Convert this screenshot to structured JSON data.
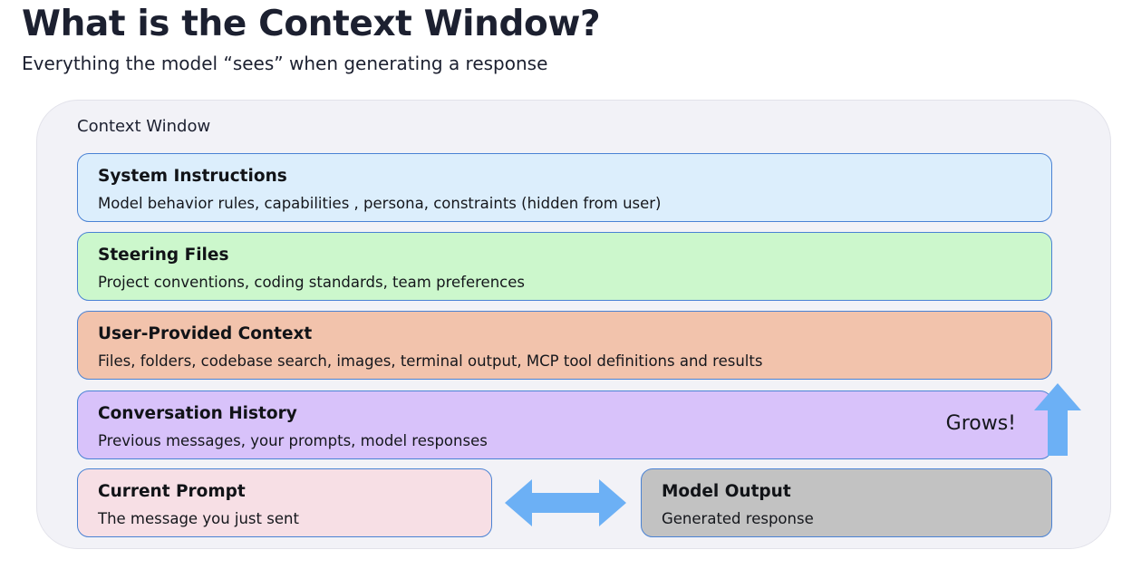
{
  "header": {
    "title": "What is the Context Window?",
    "subtitle": "Everything the model “sees” when generating a response"
  },
  "diagram": {
    "container_label": "Context Window",
    "layers": [
      {
        "id": "system-instructions",
        "title": "System Instructions",
        "description": "Model behavior rules, capabilities , persona, constraints (hidden from user)",
        "fill": "#dceefc"
      },
      {
        "id": "steering-files",
        "title": "Steering Files",
        "description": "Project conventions, coding standards, team preferences",
        "fill": "#ccf7cc"
      },
      {
        "id": "user-provided-context",
        "title": "User-Provided Context",
        "description": "Files, folders, codebase search, images, terminal output, MCP tool definitions and results",
        "fill": "#f2c3ac"
      },
      {
        "id": "conversation-history",
        "title": "Conversation History",
        "description": "Previous messages, your prompts, model responses",
        "fill": "#d8c2fa"
      },
      {
        "id": "current-prompt",
        "title": "Current Prompt",
        "description": "The message you just sent",
        "fill": "#f7dfe5"
      },
      {
        "id": "model-output",
        "title": "Model Output",
        "description": "Generated response",
        "fill": "#c2c2c2"
      }
    ],
    "annotations": {
      "grows_label": "Grows!",
      "grows_arrow_icon": "arrow-up-icon",
      "exchange_arrow_icon": "arrow-left-right-icon"
    }
  },
  "colors": {
    "panel_background": "#f2f2f7",
    "box_border": "#4a82d4",
    "arrow": "#6cb0f5",
    "text": "#1c2030",
    "page_background": "#ffffff"
  }
}
